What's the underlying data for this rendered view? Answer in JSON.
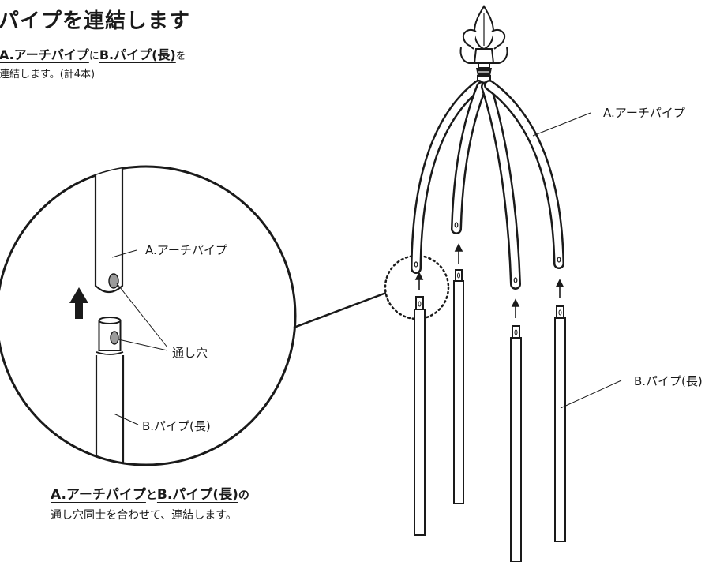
{
  "title": "パイプを連結します",
  "intro": {
    "term_a": "A.アーチパイプ",
    "particle_ni": "に",
    "term_b": "B.パイプ(長)",
    "particle_wo": "を",
    "line2": "連結します。(計4本)"
  },
  "detail_labels": {
    "pipe_a": "A.アーチパイプ",
    "through_hole": "通し穴",
    "pipe_b": "B.パイプ(長)"
  },
  "main_labels": {
    "pipe_a": "A.アーチパイプ",
    "pipe_b": "B.パイプ(長)"
  },
  "caption": {
    "term_a": "A.アーチパイプ",
    "particle_to": "と",
    "term_b": "B.パイプ(長)",
    "particle_no": "の",
    "line2": "通し穴同士を合わせて、連結します。"
  }
}
